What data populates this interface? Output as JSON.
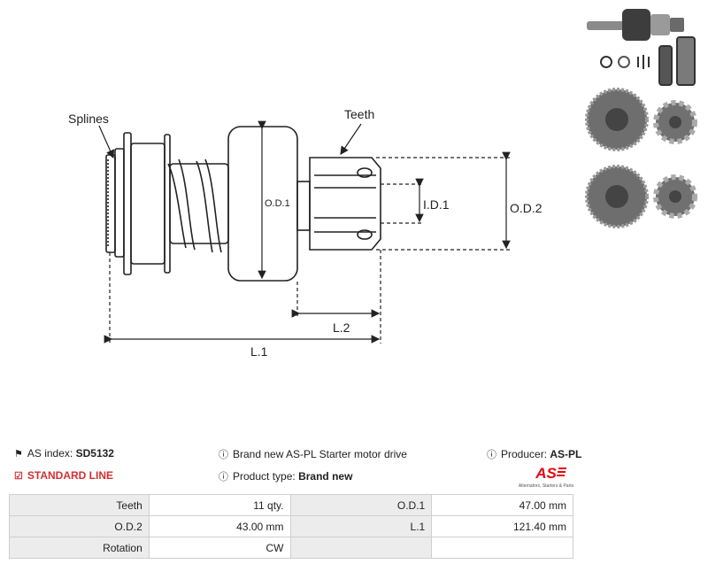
{
  "diagram": {
    "labels": {
      "splines": "Splines",
      "teeth": "Teeth",
      "od1": "O.D.1",
      "od2": "O.D.2",
      "id1": "I.D.1",
      "l1": "L.1",
      "l2": "L.2"
    }
  },
  "info": {
    "as_index_label": "AS index:",
    "as_index_value": "SD5132",
    "line": "STANDARD LINE",
    "description": "Brand new AS-PL Starter motor drive",
    "product_type_label": "Product type:",
    "product_type_value": "Brand new",
    "producer_label": "Producer:",
    "producer_value": "AS-PL"
  },
  "logo": {
    "text": "AS",
    "tagline": "Alternators, Starters & Parts",
    "color": "#e30613"
  },
  "specs": [
    {
      "k1": "Teeth",
      "v1": "11 qty.",
      "k2": "O.D.1",
      "v2": "47.00 mm"
    },
    {
      "k1": "O.D.2",
      "v1": "43.00 mm",
      "k2": "L.1",
      "v2": "121.40 mm"
    },
    {
      "k1": "Rotation",
      "v1": "CW",
      "k2": "",
      "v2": ""
    }
  ]
}
